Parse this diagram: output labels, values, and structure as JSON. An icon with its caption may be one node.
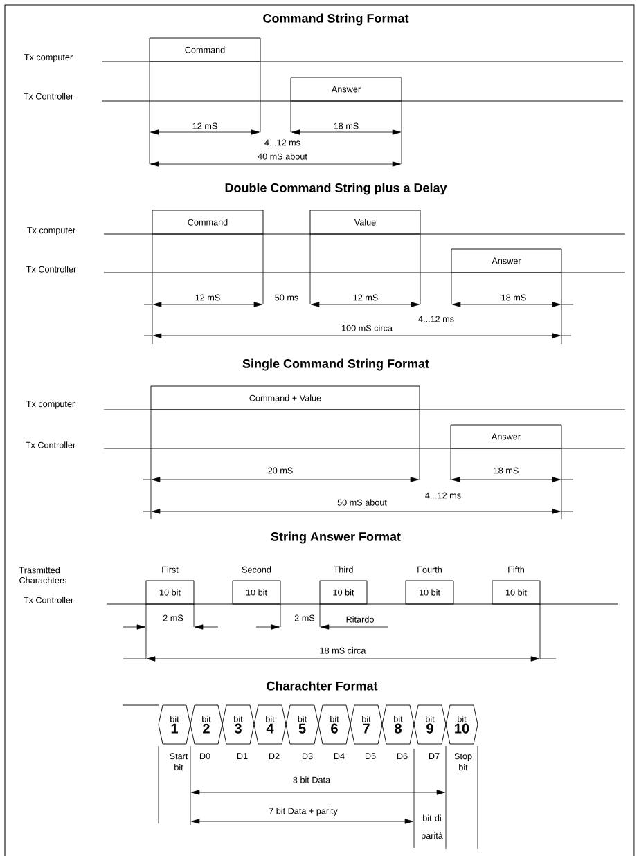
{
  "diagram": {
    "nodes": [
      {
        "text": [
          "Command"
        ]
      },
      {
        "text": [
          "Answer"
        ]
      },
      {
        "text": [
          "Command"
        ]
      },
      {
        "text": [
          "Value"
        ]
      },
      {
        "text": [
          "Answer"
        ]
      },
      {
        "text": [
          "Command + Value"
        ]
      },
      {
        "text": [
          "Answer"
        ]
      },
      {
        "text": [
          "10 bit"
        ],
        "beside": [
          "First"
        ]
      },
      {
        "text": [
          "10 bit"
        ],
        "beside": [
          "Second"
        ]
      },
      {
        "text": [
          "10 bit"
        ],
        "beside": [
          "Third"
        ]
      },
      {
        "text": [
          "10 bit"
        ],
        "beside": [
          "Fourth"
        ]
      },
      {
        "text": [
          "10 bit"
        ],
        "beside": [
          "Fifth"
        ]
      },
      {
        "text": [
          "bit",
          "1"
        ],
        "beside": [
          "Start bit"
        ]
      },
      {
        "text": [
          "bit",
          "2"
        ],
        "beside": [
          "D0"
        ]
      },
      {
        "text": [
          "bit",
          "3"
        ],
        "beside": [
          "D1"
        ]
      },
      {
        "text": [
          "bit",
          "4"
        ],
        "beside": [
          "D2"
        ]
      },
      {
        "text": [
          "bit",
          "5"
        ],
        "beside": [
          "D3"
        ]
      },
      {
        "text": [
          "bit",
          "6"
        ],
        "beside": [
          "D4"
        ]
      },
      {
        "text": [
          "bit",
          "7"
        ],
        "beside": [
          "D5"
        ]
      },
      {
        "text": [
          "bit",
          "8"
        ],
        "beside": [
          "D6"
        ]
      },
      {
        "text": [
          "bit",
          "9"
        ],
        "beside": [
          "D7"
        ]
      },
      {
        "text": [
          "bit",
          "10"
        ],
        "beside": [
          "Stop bit"
        ]
      }
    ],
    "labels": [
      "Command String Format",
      "Tx computer",
      "Tx Controller",
      "12 mS",
      "18 mS",
      "4...12 ms",
      "40 mS about",
      "Double Command String plus a Delay",
      "Tx computer",
      "Tx Controller",
      "12 mS",
      "50 ms",
      "12 mS",
      "18 mS",
      "4...12 ms",
      "100 mS circa",
      "Single Command String Format",
      "Tx computer",
      "Tx Controller",
      "20 mS",
      "18 mS",
      "4...12 ms",
      "50 mS about",
      "String Answer Format",
      "Trasmitted Charachters",
      "Tx Controller",
      "2 mS",
      "2 mS",
      "Ritardo",
      "18 mS circa",
      "Charachter Format",
      "8 bit Data",
      "7 bit Data + parity",
      "bit di parità"
    ]
  }
}
